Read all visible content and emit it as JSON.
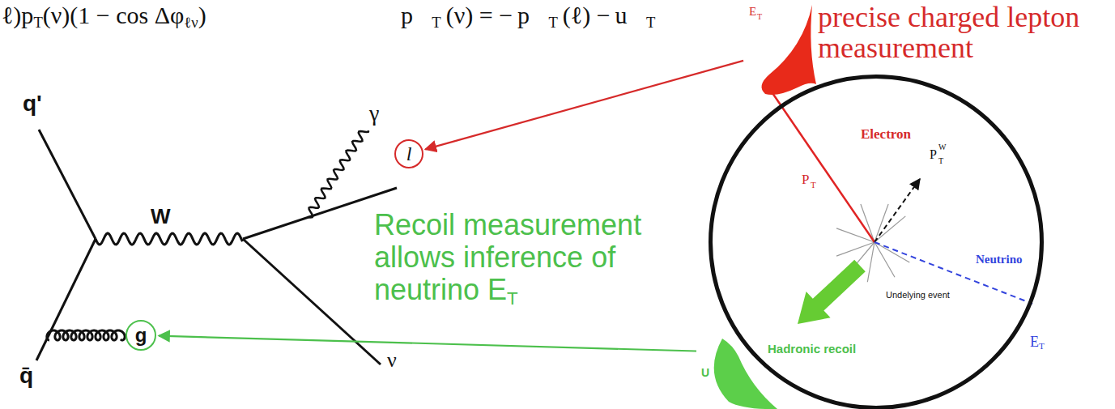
{
  "diagram": {
    "nodes": [
      {
        "text": [
          "l"
        ]
      },
      {
        "text": [
          "g"
        ]
      },
      {
        "text": [
          "E",
          "T"
        ]
      },
      {
        "text": [
          "Electron",
          "P",
          "T",
          "P",
          "W",
          "T",
          "Neutrino",
          "Undelying event",
          "Hadronic recoil"
        ]
      },
      {
        "text": [
          "U"
        ]
      }
    ],
    "edges": [
      {
        "from": 2,
        "to": 0,
        "arrow": "to"
      },
      {
        "from": 4,
        "to": 1,
        "arrow": "to"
      }
    ],
    "labels": [
      "ℓ)p",
      "T",
      "(ν)(1 − cos Δφ",
      "ℓν",
      ")",
      "p⃗",
      "T",
      "(ν) = −",
      "p⃗",
      "T",
      "(ℓ) −",
      "u⃗",
      "T",
      "q'",
      "q̄",
      "W",
      "γ",
      "ν",
      "Recoil measurement allows inference of neutrino E",
      "T",
      "precise charged lepton measurement",
      "E",
      "T"
    ]
  }
}
